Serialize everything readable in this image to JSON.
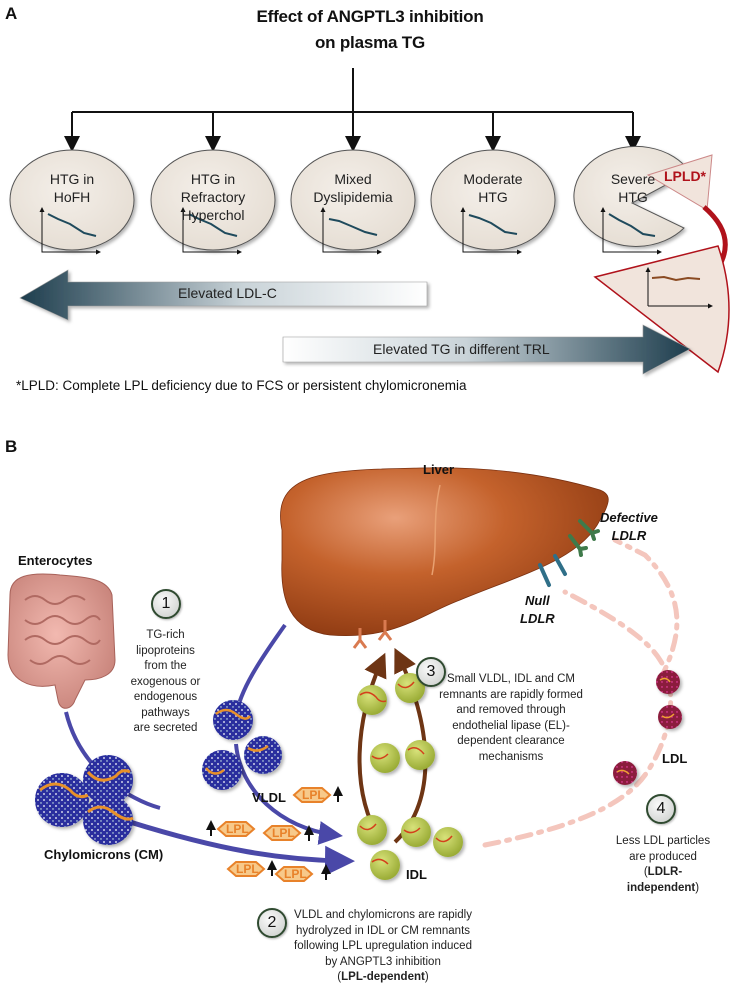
{
  "panel_a": {
    "label": "A",
    "title_line1": "Effect of ANGPTL3 inhibition",
    "title_line2": "on plasma TG",
    "conditions": [
      {
        "line1": "HTG in",
        "line2": "HoFH",
        "line3": ""
      },
      {
        "line1": "HTG in",
        "line2": "Refractory",
        "line3": "Hyperchol"
      },
      {
        "line1": "Mixed",
        "line2": "Dyslipidemia",
        "line3": ""
      },
      {
        "line1": "Moderate",
        "line2": "HTG",
        "line3": ""
      },
      {
        "line1": "Severe",
        "line2": "HTG",
        "line3": ""
      }
    ],
    "lpld_label": "LPLD*",
    "arrow_left_label": "Elevated LDL-C",
    "arrow_right_label": "Elevated TG in different TRL",
    "footnote": "*LPLD: Complete LPL deficiency due to FCS or persistent chylomicronemia",
    "colors": {
      "circle_fill": "#efe9e2",
      "trend_line": "#1f4a5c",
      "lpld_red": "#b0121b",
      "flat_line": "#8a4a22",
      "arrow_dark": "#1d3d4d"
    }
  },
  "panel_b": {
    "label": "B",
    "labels": {
      "liver": "Liver",
      "enterocytes": "Enterocytes",
      "defective_ldlr_1": "Defective",
      "defective_ldlr_2": "LDLR",
      "null_ldlr_1": "Null",
      "null_ldlr_2": "LDLR",
      "vldl": "VLDL",
      "chylomicrons": "Chylomicrons (CM)",
      "idl": "IDL",
      "ldl": "LDL",
      "lpl": "LPL"
    },
    "steps": [
      {
        "number": "1",
        "lines": [
          "TG-rich lipoproteins",
          "from the exogenous or",
          "endogenous pathways",
          "are secreted"
        ]
      },
      {
        "number": "2",
        "lines": [
          "VLDL and chylomicrons are rapidly",
          "hydrolyzed in IDL or CM remnants",
          "following LPL upregulation induced",
          "by ANGPTL3 inhibition"
        ],
        "emphasis": "LPL-dependent"
      },
      {
        "number": "3",
        "lines": [
          "Small VLDL, IDL and CM",
          "remnants are rapidly formed",
          "and removed through",
          "endothelial lipase (EL)-",
          "dependent clearance",
          "mechanisms"
        ]
      },
      {
        "number": "4",
        "lines": [
          "Less LDL particles",
          "are produced"
        ],
        "emphasis": "LDLR-independent"
      }
    ],
    "colors": {
      "liver": "#b4521f",
      "pathway_blue": "#4a48a8",
      "lipo_blue": "#2a2f9e",
      "idl_green": "#b4c444",
      "ldl_red": "#8b1f3c",
      "lpl_orange": "#e8822a",
      "ldlr_green": "#3f7a4a",
      "ldlr_null": "#2f6f88",
      "dash_pink": "#f4c6bd",
      "remnant_brown": "#6e3514"
    }
  }
}
